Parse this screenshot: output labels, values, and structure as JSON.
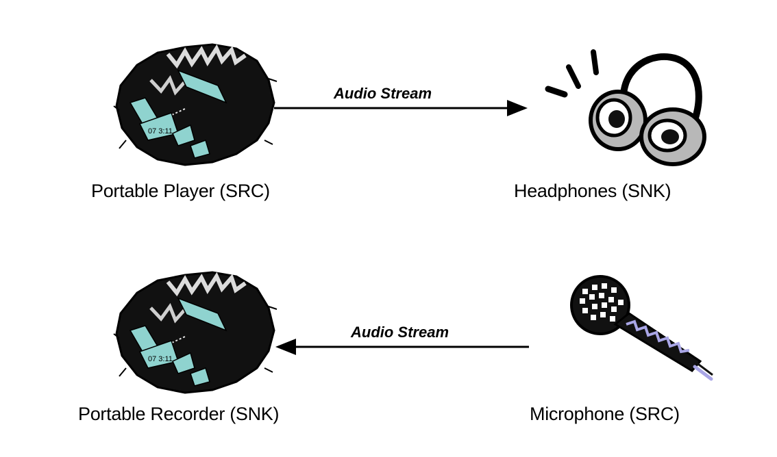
{
  "diagram": {
    "nodes": [
      {
        "id": "player",
        "label": "Portable Player (SRC)",
        "icon": "cd-player-icon"
      },
      {
        "id": "headphones",
        "label": "Headphones (SNK)",
        "icon": "headphones-icon"
      },
      {
        "id": "recorder",
        "label": "Portable Recorder (SNK)",
        "icon": "cd-player-icon"
      },
      {
        "id": "microphone",
        "label": "Microphone (SRC)",
        "icon": "microphone-icon"
      }
    ],
    "edges": [
      {
        "from": "player",
        "to": "headphones",
        "label": "Audio Stream"
      },
      {
        "from": "microphone",
        "to": "recorder",
        "label": "Audio Stream"
      }
    ],
    "colors": {
      "ink": "#000000",
      "device_body": "#111111",
      "display_teal": "#8fd3cf",
      "cushion_gray": "#b8b8b8",
      "mic_cable": "#a9a6e6"
    }
  }
}
